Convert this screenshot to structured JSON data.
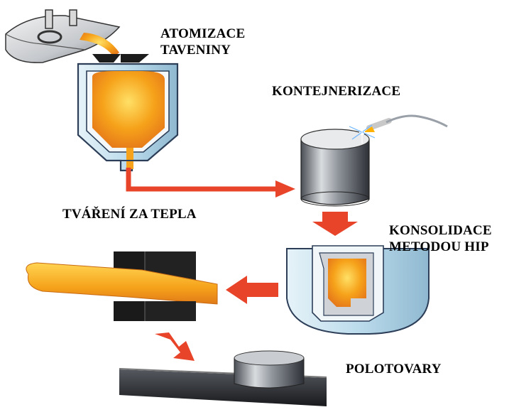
{
  "labels": {
    "atomization": [
      "ATOMIZACE",
      "TAVENINY"
    ],
    "containerization": "KONTEJNERIZACE",
    "hot_forming": "TVÁŘENÍ ZA TEPLA",
    "hip_consolidation": [
      "KONSOLIDACE",
      "METODOU HIP"
    ],
    "semi_products": "POLOTOVARY"
  },
  "colors": {
    "molten_metal": "#f6a21a",
    "molten_core": "#ffd24a",
    "arrow_red": "#e8442a",
    "vessel_blue": "#cfe6f2",
    "vessel_outline": "#2c3e58",
    "die_black": "#1a1a1a",
    "steel_gray": "#8a8f96"
  },
  "icons": {
    "crucible": "ladle-icon",
    "welding_torch": "welding-torch-icon",
    "spark": "weld-spark-icon"
  }
}
